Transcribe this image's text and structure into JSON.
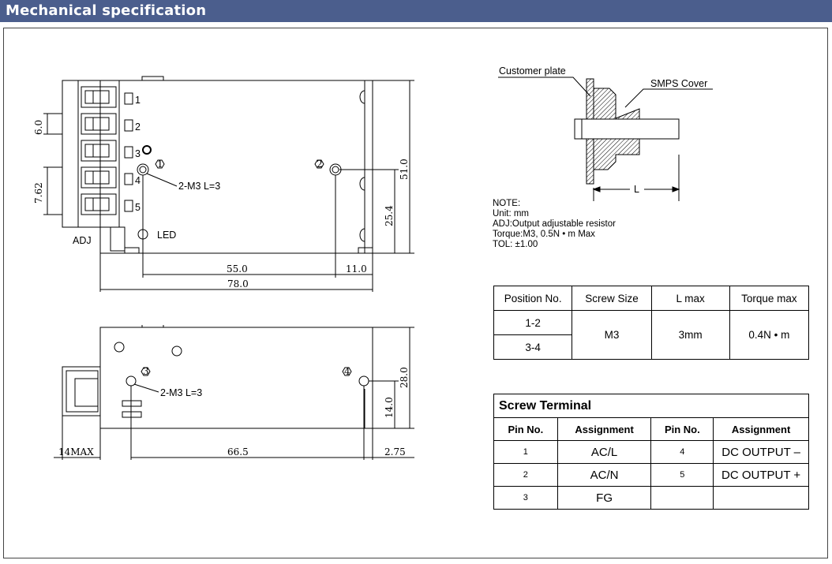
{
  "header": {
    "title": "Mechanical specification"
  },
  "drawing": {
    "dims": {
      "d6": "6.0",
      "d762": "7.62",
      "d510": "51.0",
      "d254": "25.4",
      "d550": "55.0",
      "d110": "11.0",
      "d780": "78.0",
      "d280": "28.0",
      "d140": "14.0",
      "d14max": "14MAX",
      "d665": "66.5",
      "d275": "2.75"
    },
    "labels": {
      "pin1": "1",
      "pin2": "2",
      "pin3": "3",
      "pin4": "4",
      "pin5": "5",
      "m3_top": "2-M3 L=3",
      "m3_bottom": "2-M3 L=3",
      "adj": "ADJ",
      "led": "LED",
      "c1": "1",
      "c2": "2",
      "c3": "3",
      "c4": "4",
      "customer_plate": "Customer plate",
      "smps_cover": "SMPS Cover",
      "l": "L"
    }
  },
  "note": {
    "lines": [
      "NOTE:",
      "Unit: mm",
      "ADJ:Output adjustable resistor",
      "Torque:M3, 0.5N • m Max",
      "TOL: ±1.00"
    ]
  },
  "screw_table": {
    "headers": [
      "Position No.",
      "Screw Size",
      "L max",
      "Torque max"
    ],
    "pos1": "1-2",
    "pos2": "3-4",
    "size": "M3",
    "lmax": "3mm",
    "torque": "0.4N • m"
  },
  "terminal_table": {
    "title": "Screw Terminal",
    "headers": [
      "Pin No.",
      "Assignment",
      "Pin No.",
      "Assignment"
    ],
    "rows": [
      [
        "1",
        "AC/L",
        "4",
        "DC OUTPUT –"
      ],
      [
        "2",
        "AC/N",
        "5",
        "DC OUTPUT +"
      ],
      [
        "3",
        "FG",
        "",
        ""
      ]
    ]
  }
}
